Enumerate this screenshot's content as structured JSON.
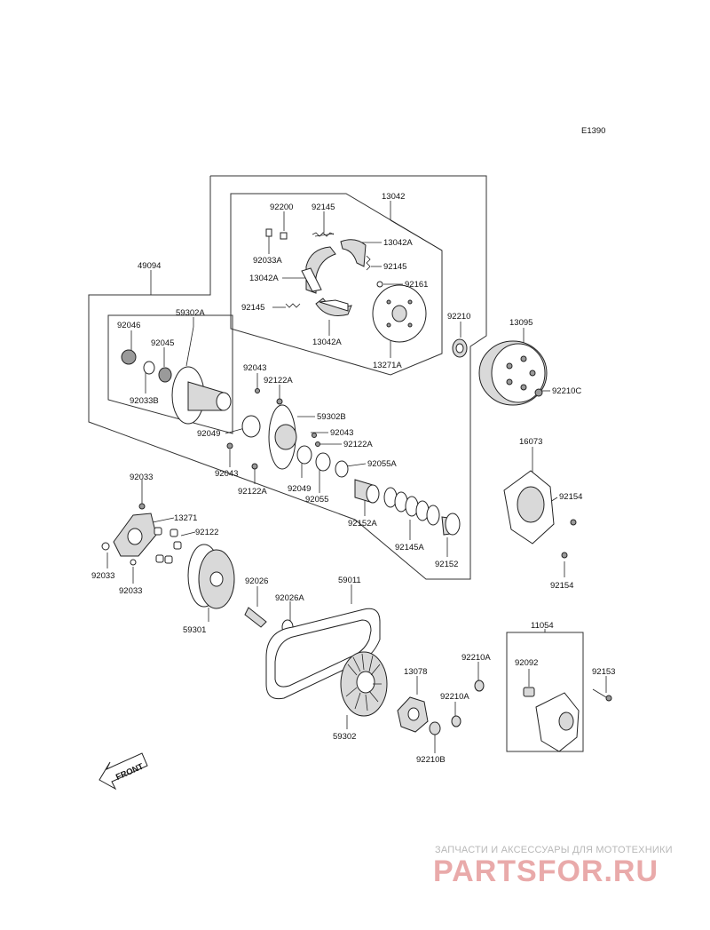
{
  "diagram_code": "E1390",
  "labels": {
    "l49094": "49094",
    "l13042": "13042",
    "l92200": "92200",
    "l92145_a": "92145",
    "l13042A_a": "13042A",
    "l92033A": "92033A",
    "l92145_b": "92145",
    "l13042A_b": "13042A",
    "l92161": "92161",
    "l92145_c": "92145",
    "l13042A_c": "13042A",
    "l13271A": "13271A",
    "l92210": "92210",
    "l13095": "13095",
    "l92210C": "92210C",
    "l59302A": "59302A",
    "l92046": "92046",
    "l92045": "92045",
    "l92033B": "92033B",
    "l92043_a": "92043",
    "l92122A_a": "92122A",
    "l59302B": "59302B",
    "l92049_a": "92049",
    "l92043_b": "92043",
    "l92122A_b": "92122A",
    "l92043_c": "92043",
    "l92055A": "92055A",
    "l92122A_c": "92122A",
    "l92049_b": "92049",
    "l92055": "92055",
    "l92152A": "92152A",
    "l92145A": "92145A",
    "l92152": "92152",
    "l16073": "16073",
    "l92154_a": "92154",
    "l92154_b": "92154",
    "l92033_a": "92033",
    "l13271": "13271",
    "l92122": "92122",
    "l92033_b": "92033",
    "l92033_c": "92033",
    "l59301": "59301",
    "l92026": "92026",
    "l92026A": "92026A",
    "l59011": "59011",
    "l59302": "59302",
    "l13078": "13078",
    "l92210A_a": "92210A",
    "l92210A_b": "92210A",
    "l92210B": "92210B",
    "l11054": "11054",
    "l92092": "92092",
    "l92153": "92153",
    "front": "FRONT"
  },
  "watermark": {
    "tagline": "ЗАПЧАСТИ И АКСЕССУАРЫ ДЛЯ МОТОТЕХНИКИ",
    "logo": "PARTSFOR.RU",
    "color": "#e9aaaa"
  }
}
